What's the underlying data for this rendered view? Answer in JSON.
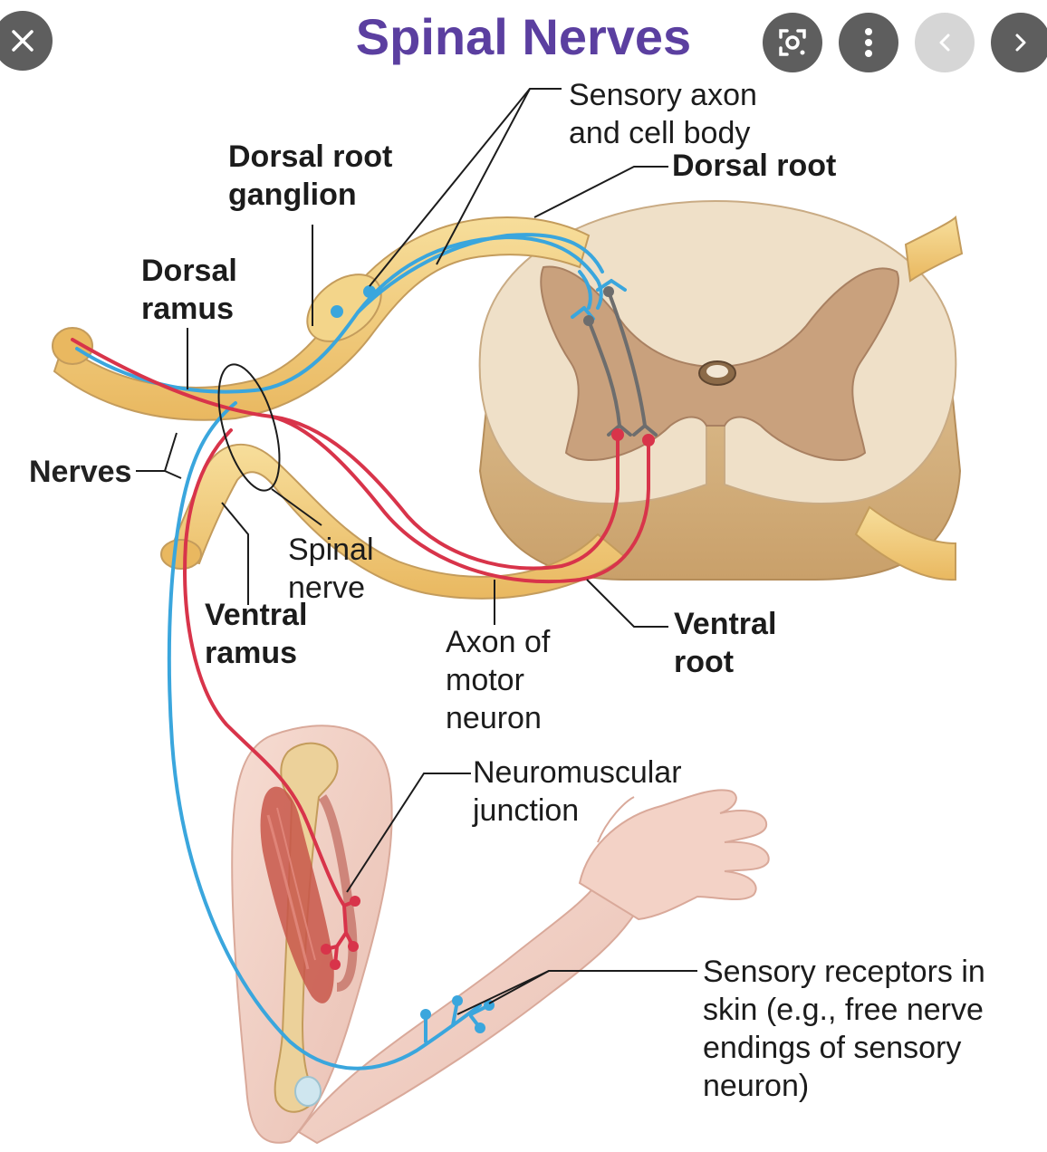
{
  "title": "Spinal Nerves",
  "controls": {
    "close_icon": "close-icon",
    "lens_icon": "lens-icon",
    "more_icon": "more-vert-icon",
    "prev_icon": "chevron-left-icon",
    "next_icon": "chevron-right-icon"
  },
  "labels": {
    "sensory_axon": [
      "Sensory axon",
      "and cell body"
    ],
    "dorsal_root": "Dorsal root",
    "dorsal_root_ganglion": [
      "Dorsal root",
      "ganglion"
    ],
    "dorsal_ramus": [
      "Dorsal",
      "ramus"
    ],
    "nerves": "Nerves",
    "spinal_nerve": [
      "Spinal",
      "nerve"
    ],
    "ventral_ramus": [
      "Ventral",
      "ramus"
    ],
    "axon_motor_neuron": [
      "Axon of",
      "motor",
      "neuron"
    ],
    "ventral_root": [
      "Ventral",
      "root"
    ],
    "neuromuscular_junction": [
      "Neuromuscular",
      "junction"
    ],
    "sensory_receptors": [
      "Sensory receptors in",
      "skin (e.g., free nerve",
      "endings of sensory",
      "neuron)"
    ]
  },
  "colors": {
    "title": "#5b3fa0",
    "sensory_neuron": "#3aa6dd",
    "motor_neuron": "#d8344a",
    "nerve_sheath": "#f2cf7a",
    "gray_matter": "#c9a17d",
    "white_matter": "#efe0c8",
    "control_bg": "#5e5e5e"
  }
}
